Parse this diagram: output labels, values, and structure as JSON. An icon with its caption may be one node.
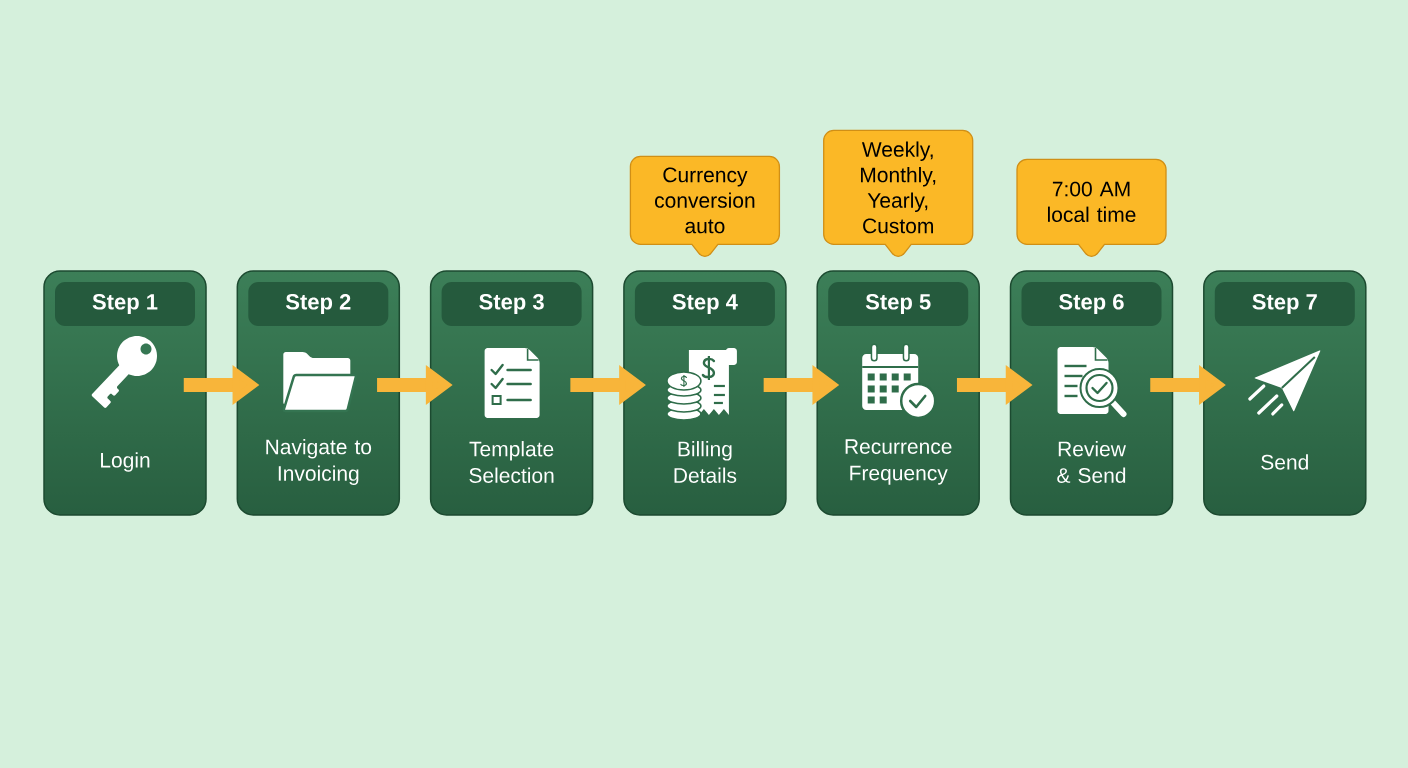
{
  "diagram": {
    "nodes": [
      {
        "text": [
          "Step 1",
          "Login"
        ]
      },
      {
        "text": [
          "Step 2",
          "Navigate to Invoicing"
        ]
      },
      {
        "text": [
          "Step 3",
          "Template Selection"
        ]
      },
      {
        "text": [
          "Step 4",
          "Billing Details"
        ]
      },
      {
        "text": [
          "Step 5",
          "Recurrence Frequency"
        ]
      },
      {
        "text": [
          "Step 6",
          "Review & Send"
        ]
      },
      {
        "text": [
          "Step 7",
          "Send"
        ]
      },
      {
        "text": [
          "Currency conversion auto"
        ]
      },
      {
        "text": [
          "Weekly, Monthly, Yearly, Custom"
        ]
      },
      {
        "text": [
          "7:00 AM local time"
        ]
      }
    ],
    "edges": [
      {
        "from": 0,
        "to": 1,
        "arrow": "to"
      },
      {
        "from": 1,
        "to": 2,
        "arrow": "to"
      },
      {
        "from": 2,
        "to": 3,
        "arrow": "to"
      },
      {
        "from": 3,
        "to": 4,
        "arrow": "to"
      },
      {
        "from": 4,
        "to": 5,
        "arrow": "to"
      },
      {
        "from": 5,
        "to": 6,
        "arrow": "to"
      }
    ]
  }
}
